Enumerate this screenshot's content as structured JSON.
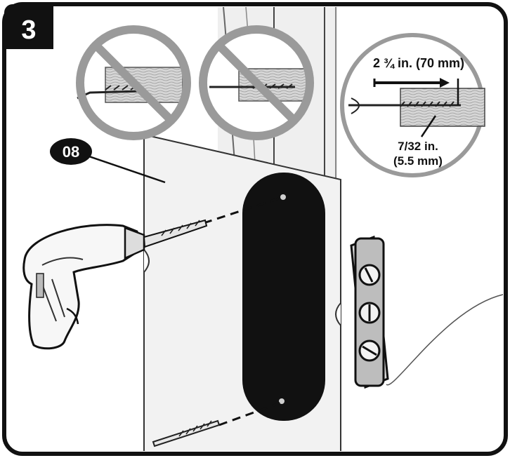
{
  "step": {
    "number": "3"
  },
  "part_callout": {
    "label": "08"
  },
  "detail": {
    "depth_label": "2 ¾ in. (70 mm)",
    "bit_size_line1": "7/32 in.",
    "bit_size_line2": "(5.5 mm)"
  },
  "colors": {
    "frame": "#111111",
    "paper": "#ffffff",
    "wall": "#f2f2f2",
    "stud": "#e6e6e6",
    "template_sheet": "#f0f0f0",
    "template_shape": "#111111",
    "prohibition": "#9a9a9a",
    "wood": "#d4d4d4",
    "level_body": "#cfcfcf"
  },
  "icons": [
    "prohibition-sign-icon",
    "prohibition-sign-icon",
    "drill-icon",
    "drill-bit-icon",
    "level-icon",
    "magnifier-circle-icon"
  ]
}
